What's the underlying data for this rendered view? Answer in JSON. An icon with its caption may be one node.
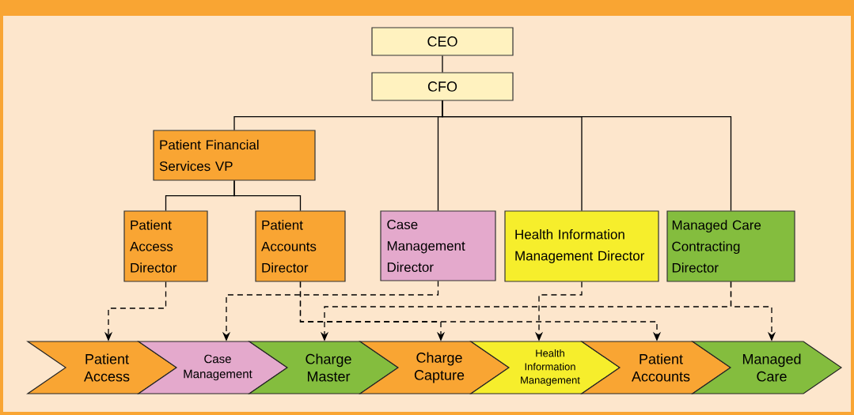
{
  "diagram": {
    "nodes": [
      {
        "text": [
          "CEO"
        ]
      },
      {
        "text": [
          "CFO"
        ]
      },
      {
        "text": [
          "Patient Financial Services VP"
        ]
      },
      {
        "text": [
          "Patient Access Director"
        ]
      },
      {
        "text": [
          "Patient Accounts Director"
        ]
      },
      {
        "text": [
          "Case Management Director"
        ]
      },
      {
        "text": [
          "Health Information Management Director"
        ]
      },
      {
        "text": [
          "Managed Care Contracting Director"
        ]
      },
      {
        "text": [
          "Patient Access"
        ]
      },
      {
        "text": [
          "Case Management"
        ]
      },
      {
        "text": [
          "Charge Master"
        ]
      },
      {
        "text": [
          "Charge Capture"
        ]
      },
      {
        "text": [
          "Health Information Management"
        ]
      },
      {
        "text": [
          "Patient Accounts"
        ]
      },
      {
        "text": [
          "Managed Care"
        ]
      }
    ],
    "edges": [
      {
        "from": 0,
        "to": 1,
        "arrow": "none"
      },
      {
        "from": 1,
        "to": 2,
        "arrow": "none"
      },
      {
        "from": 1,
        "to": 5,
        "arrow": "none"
      },
      {
        "from": 1,
        "to": 6,
        "arrow": "none"
      },
      {
        "from": 1,
        "to": 7,
        "arrow": "none"
      },
      {
        "from": 2,
        "to": 3,
        "arrow": "none"
      },
      {
        "from": 2,
        "to": 4,
        "arrow": "none"
      },
      {
        "from": 3,
        "to": 8,
        "arrow": "to",
        "style": "dashed"
      },
      {
        "from": 5,
        "to": 9,
        "arrow": "to",
        "style": "dashed"
      },
      {
        "from": 4,
        "to": 11,
        "arrow": "to",
        "style": "dashed"
      },
      {
        "from": 4,
        "to": 13,
        "arrow": "to",
        "style": "dashed"
      },
      {
        "from": 6,
        "to": 12,
        "arrow": "to",
        "style": "dashed"
      },
      {
        "from": 7,
        "to": 10,
        "arrow": "to",
        "style": "dashed"
      },
      {
        "from": 7,
        "to": 14,
        "arrow": "to",
        "style": "dashed"
      }
    ]
  }
}
